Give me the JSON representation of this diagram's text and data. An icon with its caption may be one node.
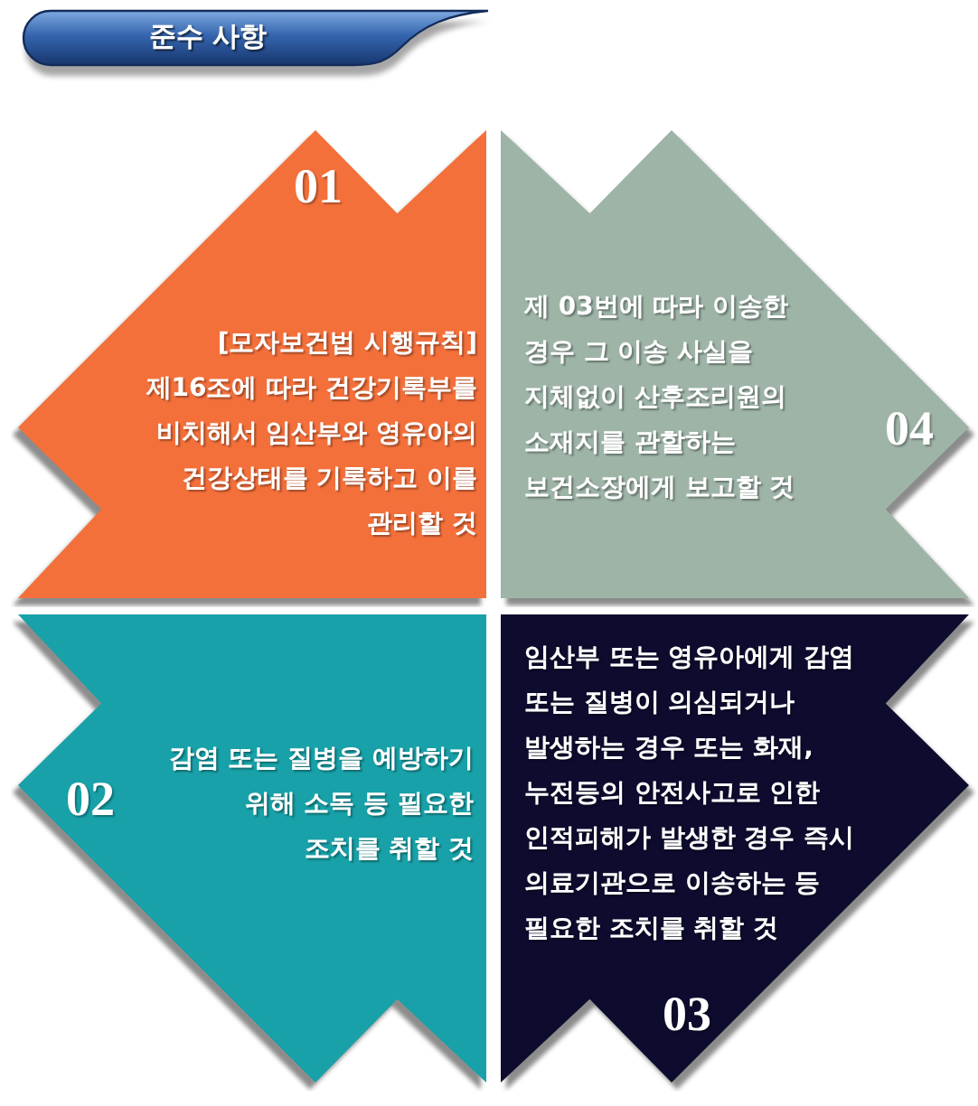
{
  "diagram": {
    "title": "준수 사항",
    "nodes": [
      {
        "text": [
          "01",
          "[모자보건법 시행규칙] 제16조에 따라 건강기록부를 비치해서 임산부와 영유아의 건강상태를 기록하고 이를 관리할 것"
        ]
      },
      {
        "text": [
          "제 03번에 따라 이송한 경우 그 이송 사실을 지체없이 산후조리원의 소재지를 관할하는 보건소장에게 보고할 것",
          "04"
        ]
      },
      {
        "text": [
          "02",
          "감염 또는 질병을 예방하기 위해 소독 등 필요한 조치를 취할 것"
        ]
      },
      {
        "text": [
          "임산부 또는 영유아에게 감염 또는 질병이 의심되거나 발생하는 경우 또는 화재, 누전등의 안전사고로 인한 인적피해가 발생한 경우 즉시 의료기관으로 이송하는 등 필요한 조치를 취할 것",
          "03"
        ]
      }
    ]
  }
}
